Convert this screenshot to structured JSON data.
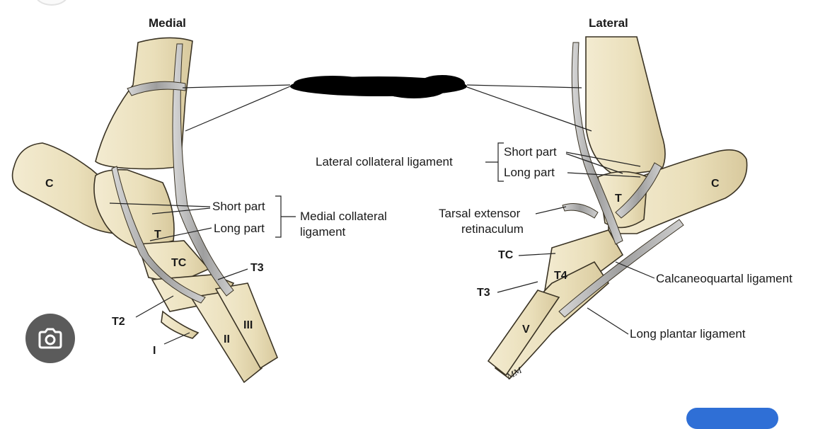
{
  "figure": {
    "headings": {
      "medial": "Medial",
      "lateral": "Lateral"
    },
    "medial_labels": {
      "c": "C",
      "t": "T",
      "tc": "TC",
      "t3": "T3",
      "t2": "T2",
      "i": "I",
      "ii": "II",
      "iii": "III",
      "short_part": "Short part",
      "long_part": "Long part",
      "collateral_line1": "Medial collateral",
      "collateral_line2": "ligament"
    },
    "lateral_labels": {
      "collateral": "Lateral collateral ligament",
      "short_part": "Short part",
      "long_part": "Long part",
      "retinaculum_line1": "Tarsal extensor",
      "retinaculum_line2": "retinaculum",
      "tc": "TC",
      "t3": "T3",
      "t4": "T4",
      "v": "V",
      "c": "C",
      "t": "T",
      "calcaneoquartal": "Calcaneoquartal ligament",
      "long_plantar": "Long plantar ligament"
    },
    "artist_initials": "MM",
    "redaction_color": "#000000",
    "bone_color": "#ede2c0",
    "shadow_color": "#c6b88f",
    "ligament_color": "#b4b4b4",
    "lens_button_icon": "lens-camera-icon"
  }
}
